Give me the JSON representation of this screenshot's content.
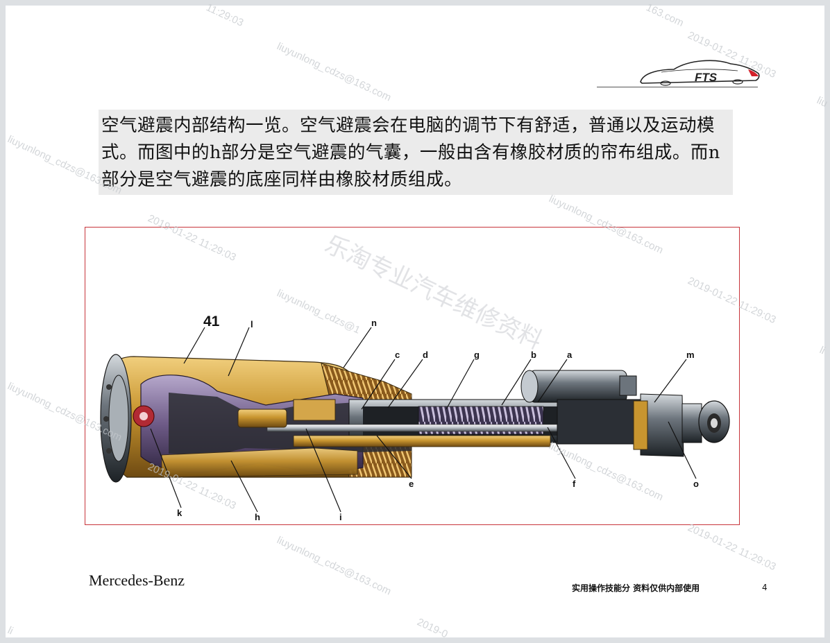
{
  "slide": {
    "logo_text": "FTS",
    "intro_text": "空气避震内部结构一览。空气避震会在电脑的调节下有舒适，普通以及运动模式。而图中的h部分是空气避震的气囊，一般由含有橡胶材质的帘布组成。而n 部分是空气避震的底座同样由橡胶材质组成。",
    "brand": "Mercedes-Benz",
    "footer_note": "实用操作技能分 资料仅供内部使用",
    "page_number": "4"
  },
  "figure": {
    "number": "41",
    "labels": {
      "l": "l",
      "n": "n",
      "c": "c",
      "d": "d",
      "g": "g",
      "b": "b",
      "a": "a",
      "m": "m",
      "k": "k",
      "h": "h",
      "i": "i",
      "e": "e",
      "f": "f",
      "o": "o"
    }
  },
  "watermarks": {
    "email": "liuyunlong_cdzs@163.com",
    "timestamp": "2019-01-22 11:29:03",
    "partial_timestamp": "11:29:03",
    "big_text": "乐淘专业汽车维修资料",
    "partial_email_a": "liuyunlong_cdzs@1",
    "partial_email_b": "liu",
    "partial_email_c": "li",
    "partial_timestamp_b": "2019-0",
    "partial_email_d": "163.com",
    "partial_email_e": "2019-01",
    "partial_email_f": "lı",
    "partial_email_g": "li"
  },
  "colors": {
    "frame_border": "#c7343a",
    "intro_bg": "#ebebeb",
    "shell_gold": "#c8952f",
    "rubber_purple": "#6d5a86",
    "steel_dark": "#2e3338"
  }
}
